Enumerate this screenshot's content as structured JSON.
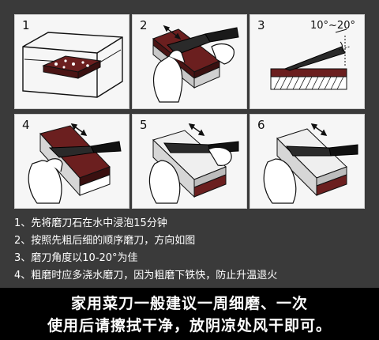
{
  "steps": [
    {
      "number": "1"
    },
    {
      "number": "2"
    },
    {
      "number": "3",
      "angle_label": "10°~20°"
    },
    {
      "number": "4"
    },
    {
      "number": "5"
    },
    {
      "number": "6"
    }
  ],
  "notes": [
    "1、先将磨刀石在水中浸泡15分钟",
    "2、按照先粗后细的顺序磨刀，方向如图",
    "3、磨刀角度以10-20°为佳",
    "4、粗磨时应多浇水磨刀，因为粗磨下铁快，防止升温退火"
  ],
  "banner": {
    "line1": "家用菜刀一般建议一周细磨、一次",
    "line2": "使用后请擦拭干净，放阴凉处风干即可。"
  },
  "colors": {
    "background": "#3a3a3a",
    "panel": "#f6f6f6",
    "stone_coarse": "#6b1f1f",
    "stone_fine": "#c9c9c9",
    "banner": "#000000"
  }
}
